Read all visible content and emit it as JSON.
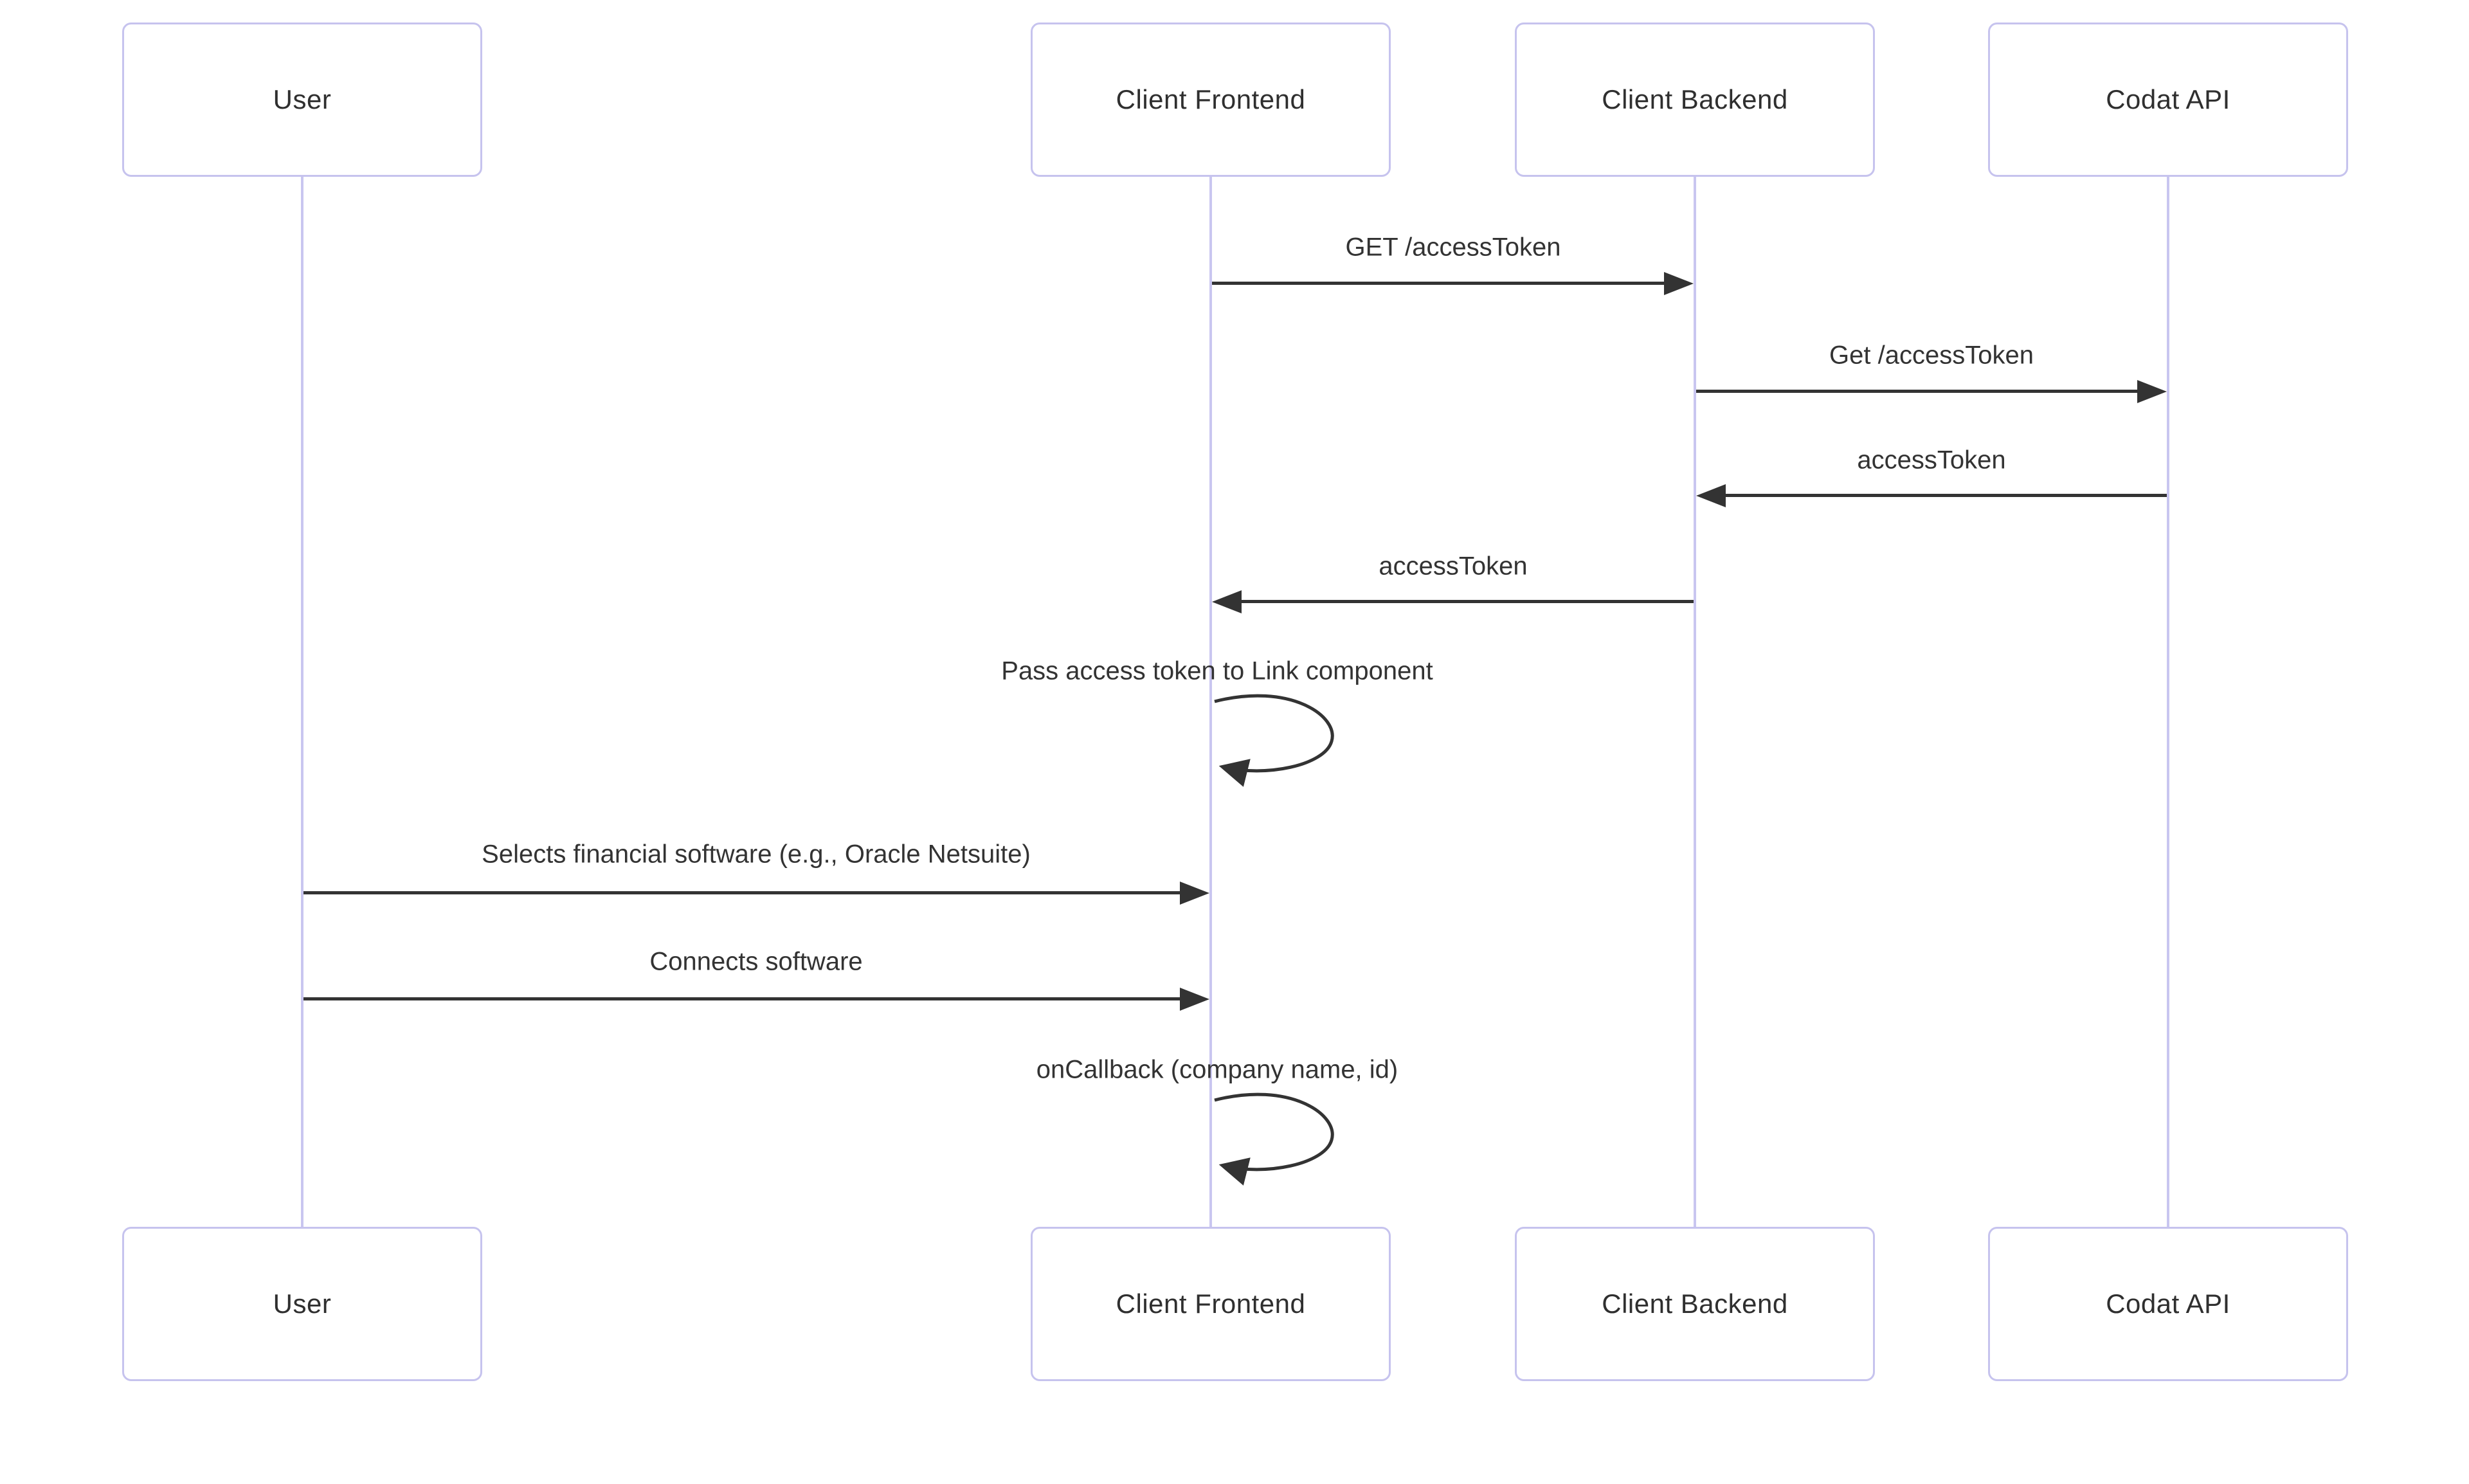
{
  "diagram": {
    "kind": "sequence-diagram",
    "background": "#ffffff",
    "colors": {
      "actor_border": "#c6c3ee",
      "actor_fill": "#ffffff",
      "lifeline": "#c9c6f0",
      "arrow": "#333333",
      "text": "#333333"
    },
    "actors": [
      {
        "name": "User"
      },
      {
        "name": "Client Frontend"
      },
      {
        "name": "Client Backend"
      },
      {
        "name": "Codat API"
      }
    ],
    "messages": [
      {
        "from": "Client Frontend",
        "to": "Client Backend",
        "label": "GET /accessToken",
        "style": "solid-filled-arrow"
      },
      {
        "from": "Client Backend",
        "to": "Codat API",
        "label": "Get /accessToken",
        "style": "solid-filled-arrow"
      },
      {
        "from": "Codat API",
        "to": "Client Backend",
        "label": "accessToken",
        "style": "solid-filled-arrow"
      },
      {
        "from": "Client Backend",
        "to": "Client Frontend",
        "label": "accessToken",
        "style": "solid-filled-arrow"
      },
      {
        "from": "Client Frontend",
        "to": "Client Frontend",
        "label": "Pass access token to Link component",
        "style": "self-loop"
      },
      {
        "from": "User",
        "to": "Client Frontend",
        "label": "Selects financial software (e.g., Oracle Netsuite)",
        "style": "solid-filled-arrow"
      },
      {
        "from": "User",
        "to": "Client Frontend",
        "label": "Connects software",
        "style": "solid-filled-arrow"
      },
      {
        "from": "Client Frontend",
        "to": "Client Frontend",
        "label": "onCallback (company name, id)",
        "style": "self-loop"
      }
    ]
  }
}
